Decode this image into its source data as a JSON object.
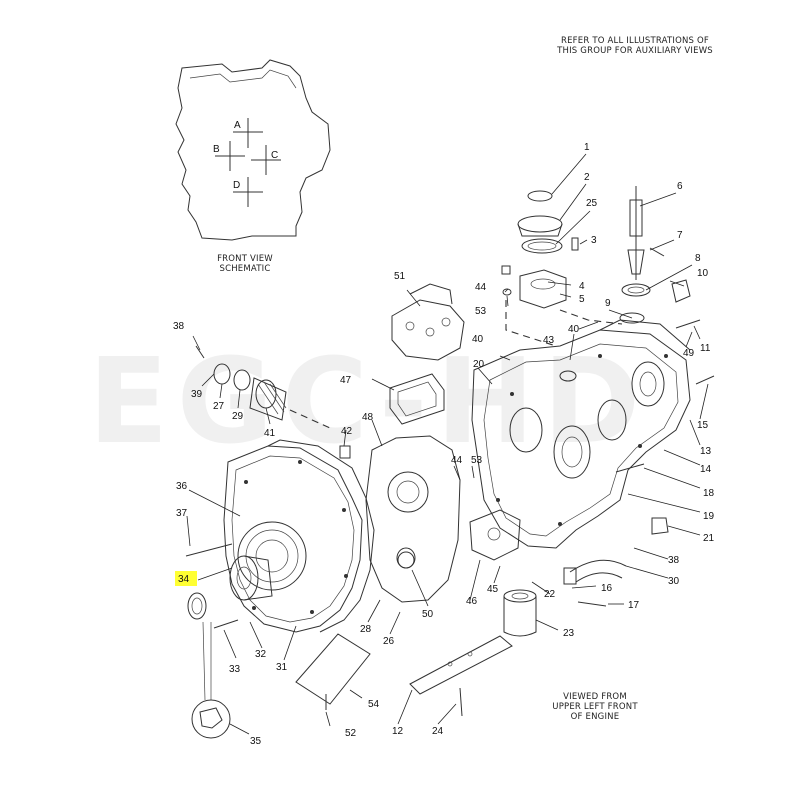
{
  "notes": {
    "refer": [
      "REFER TO ALL ILLUSTRATIONS OF",
      "THIS GROUP FOR AUXILIARY VIEWS"
    ],
    "schematic": [
      "FRONT VIEW",
      "SCHEMATIC"
    ],
    "viewed": [
      "VIEWED FROM",
      "UPPER LEFT FRONT",
      "OF ENGINE"
    ]
  },
  "schematic_letters": [
    "A",
    "B",
    "C",
    "D"
  ],
  "watermark": "EGC-HD",
  "highlighted_callout": "34",
  "colors": {
    "highlight": "#ffff33",
    "line": "#333333",
    "watermark": "#e8e8e8"
  },
  "callouts": [
    "1",
    "2",
    "3",
    "4",
    "5",
    "6",
    "7",
    "8",
    "9",
    "10",
    "11",
    "12",
    "13",
    "14",
    "15",
    "16",
    "17",
    "18",
    "19",
    "20",
    "21",
    "22",
    "23",
    "24",
    "25",
    "26",
    "27",
    "28",
    "29",
    "30",
    "31",
    "32",
    "33",
    "34",
    "35",
    "36",
    "37",
    "38",
    "38",
    "39",
    "40",
    "40",
    "41",
    "42",
    "43",
    "44",
    "44",
    "45",
    "46",
    "47",
    "48",
    "49",
    "50",
    "51",
    "52",
    "53",
    "53",
    "54"
  ]
}
